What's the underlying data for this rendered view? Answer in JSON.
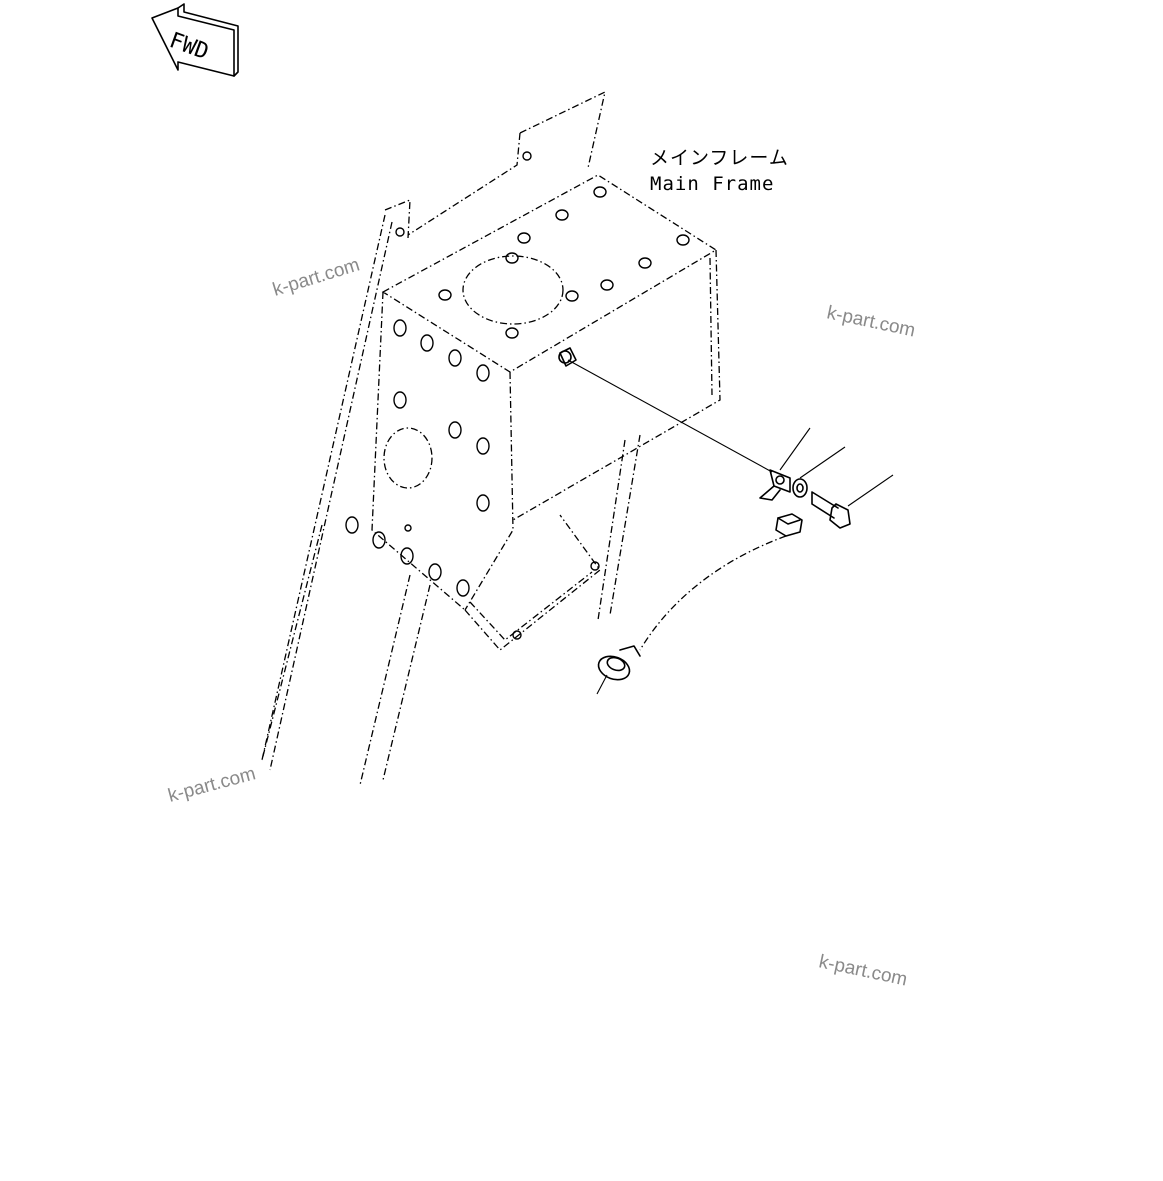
{
  "fwd_label": "FWD",
  "main_frame": {
    "label_jp": "メインフレーム",
    "label_en": "Main Frame"
  },
  "watermarks": [
    "k-part.com",
    "k-part.com",
    "k-part.com",
    "k-part.com"
  ]
}
